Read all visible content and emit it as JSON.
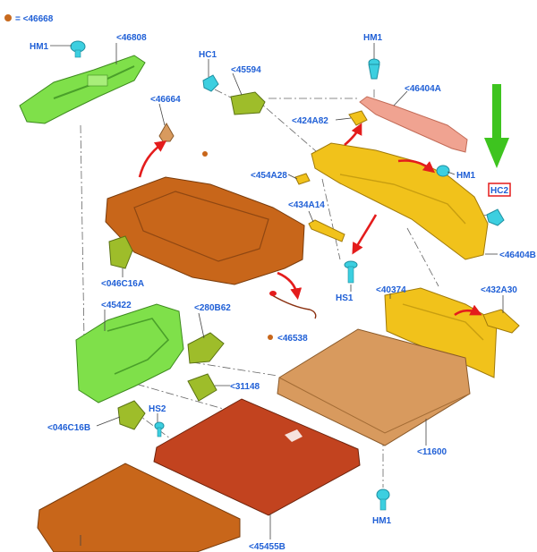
{
  "legend": {
    "marker_color": "#c86a1e",
    "text": "= <46668"
  },
  "labels": {
    "hm1_top_left": "HM1",
    "p46808": "<46808",
    "hc1": "HC1",
    "p45594": "<45594",
    "hm1_top": "HM1",
    "p46404a": "<46404A",
    "p46664": "<46664",
    "p424a82": "<424A82",
    "p454a28": "<454A28",
    "hm1_right": "HM1",
    "hc2": "HC2",
    "p434a14": "<434A14",
    "p46404b": "<46404B",
    "p046c16a": "<046C16A",
    "hs1": "HS1",
    "p40374": "<40374",
    "p432a30": "<432A30",
    "p45422": "<45422",
    "p280b62": "<280B62",
    "p46538": "<46538",
    "p31148": "<31148",
    "hs2": "HS2",
    "p046c16b": "<046C16B",
    "p11600": "<11600",
    "hm1_bottom": "HM1",
    "p45455b": "<45455B"
  },
  "colors": {
    "label": "#1f5fd6",
    "callout_arrow": "#3ec41f",
    "highlight_box": "#e41c1c",
    "motion_arrow": "#e41c1c",
    "part_green": "#7fe04a",
    "part_olive": "#9ebd2a",
    "part_orange_brown": "#c8661a",
    "part_yellow": "#f1c21b",
    "part_salmon": "#f0a391",
    "part_tan": "#d89a5e",
    "part_brick": "#c2431f",
    "fastener_cyan": "#3ccfe0"
  }
}
